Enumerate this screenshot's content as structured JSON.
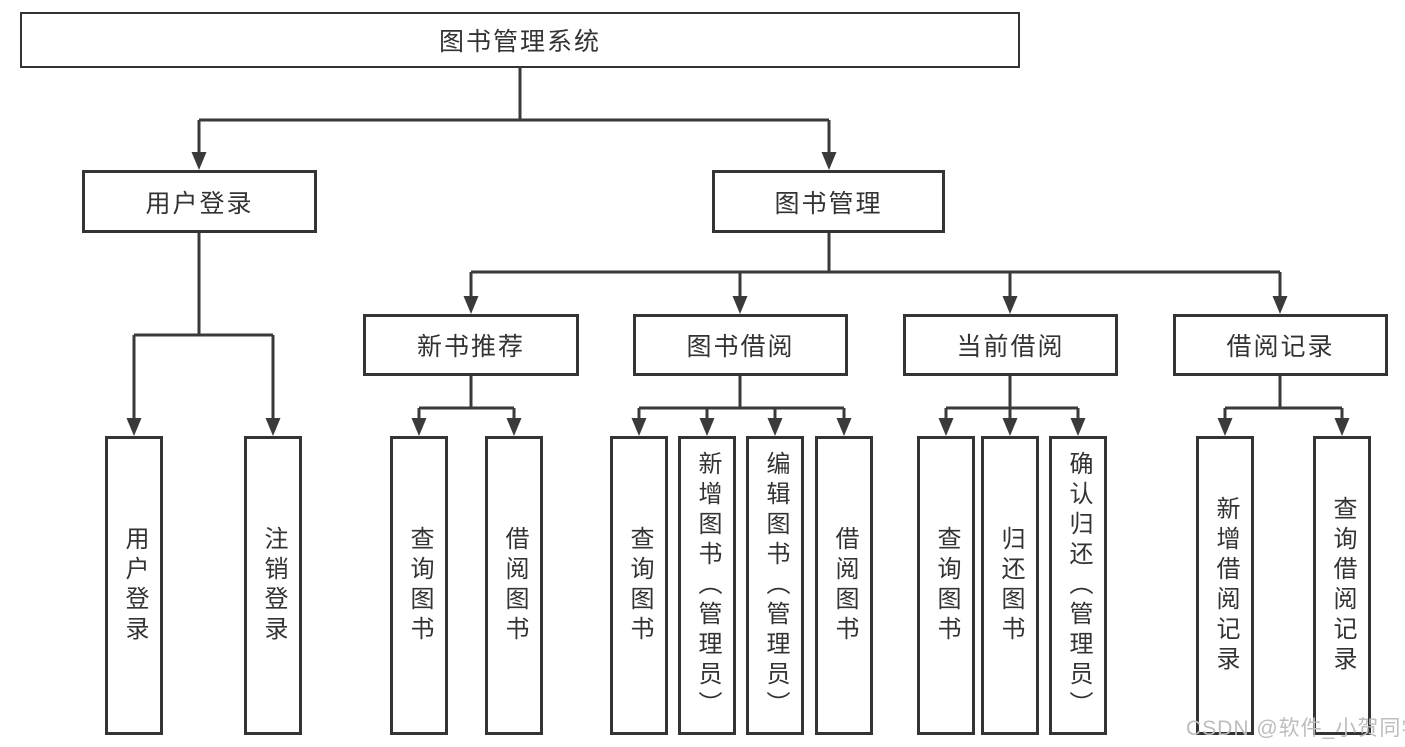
{
  "diagram": {
    "title": "图书管理系统",
    "branches": {
      "user": {
        "label": "用户登录",
        "leaves": [
          "用户登录",
          "注销登录"
        ]
      },
      "book": {
        "label": "图书管理"
      }
    },
    "sections": [
      {
        "label": "新书推荐",
        "leaves": [
          "查询图书",
          "借阅图书"
        ]
      },
      {
        "label": "图书借阅",
        "leaves": [
          "查询图书",
          "新增图书（管理员）",
          "编辑图书（管理员）",
          "借阅图书"
        ]
      },
      {
        "label": "当前借阅",
        "leaves": [
          "查询图书",
          "归还图书",
          "确认归还（管理员）"
        ]
      },
      {
        "label": "借阅记录",
        "leaves": [
          "新增借阅记录",
          "查询借阅记录"
        ]
      }
    ]
  },
  "watermark": "CSDN @软件_小贺同学",
  "colors": {
    "line": "#3a3a3a",
    "box_border": "#343434",
    "text": "#333333",
    "watermark": "#bdbdbd",
    "background": "#ffffff"
  }
}
